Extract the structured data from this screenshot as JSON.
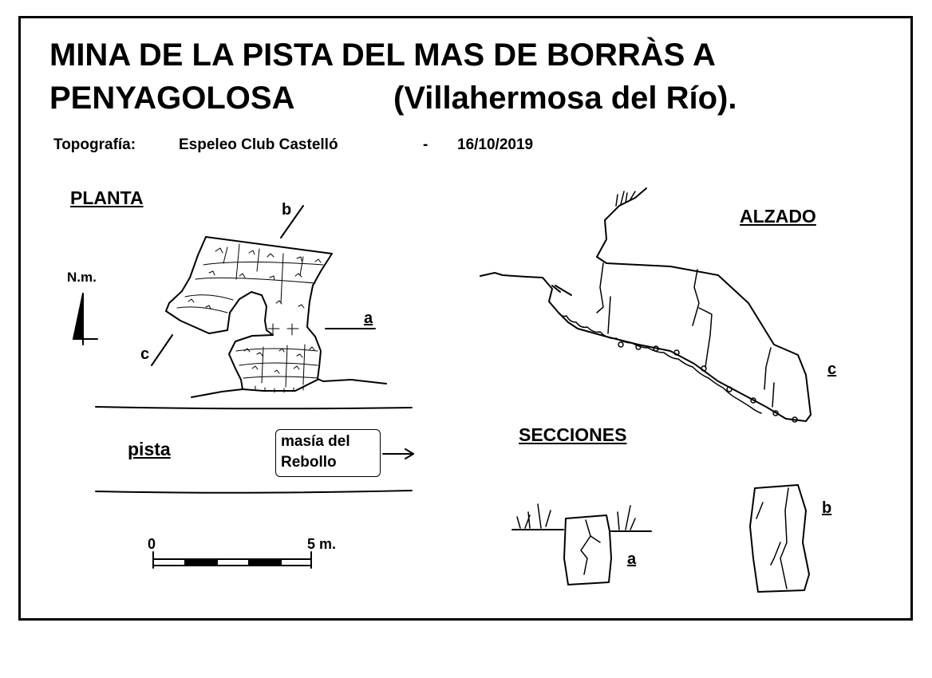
{
  "title": {
    "line1": "MINA DE LA PISTA DEL MAS DE BORRÀS A",
    "line2a": "PENYAGOLOSA",
    "line2b": "(Villahermosa del Río)."
  },
  "credit": {
    "label": "Topografía:",
    "club": "Espeleo Club Castelló",
    "dash": "-",
    "date": "16/10/2019"
  },
  "plan": {
    "heading": "PLANTA",
    "north": "N.m.",
    "section_a": "a",
    "section_b": "b",
    "section_c": "c",
    "road": "pista",
    "sign_line1": "masía del",
    "sign_line2": "Rebollo"
  },
  "scale": {
    "start": "0",
    "end": "5 m."
  },
  "elevation": {
    "heading": "ALZADO",
    "section_c": "c"
  },
  "sections": {
    "heading": "SECCIONES",
    "label_a": "a",
    "label_b": "b"
  }
}
